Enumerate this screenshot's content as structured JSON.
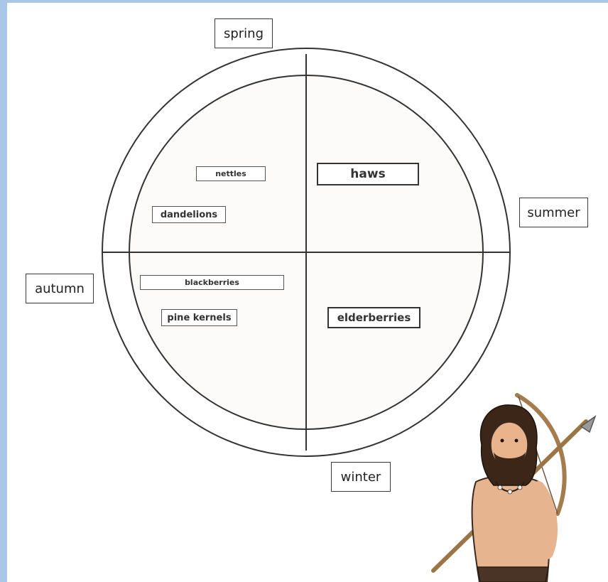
{
  "seasons": {
    "spring": "spring",
    "summer": "summer",
    "autumn": "autumn",
    "winter": "winter"
  },
  "foods": {
    "nettles": "nettles",
    "dandelions": "dandelions",
    "haws": "haws",
    "blackberries": "blackberries",
    "pine_kernels": "pine kernels",
    "elderberries": "elderberries"
  },
  "colors": {
    "frame": "#a9c7e6",
    "line": "#333333",
    "inner_fill": "#fcfbf9"
  },
  "illustration": "caveman-hunter-with-bow-and-spear"
}
